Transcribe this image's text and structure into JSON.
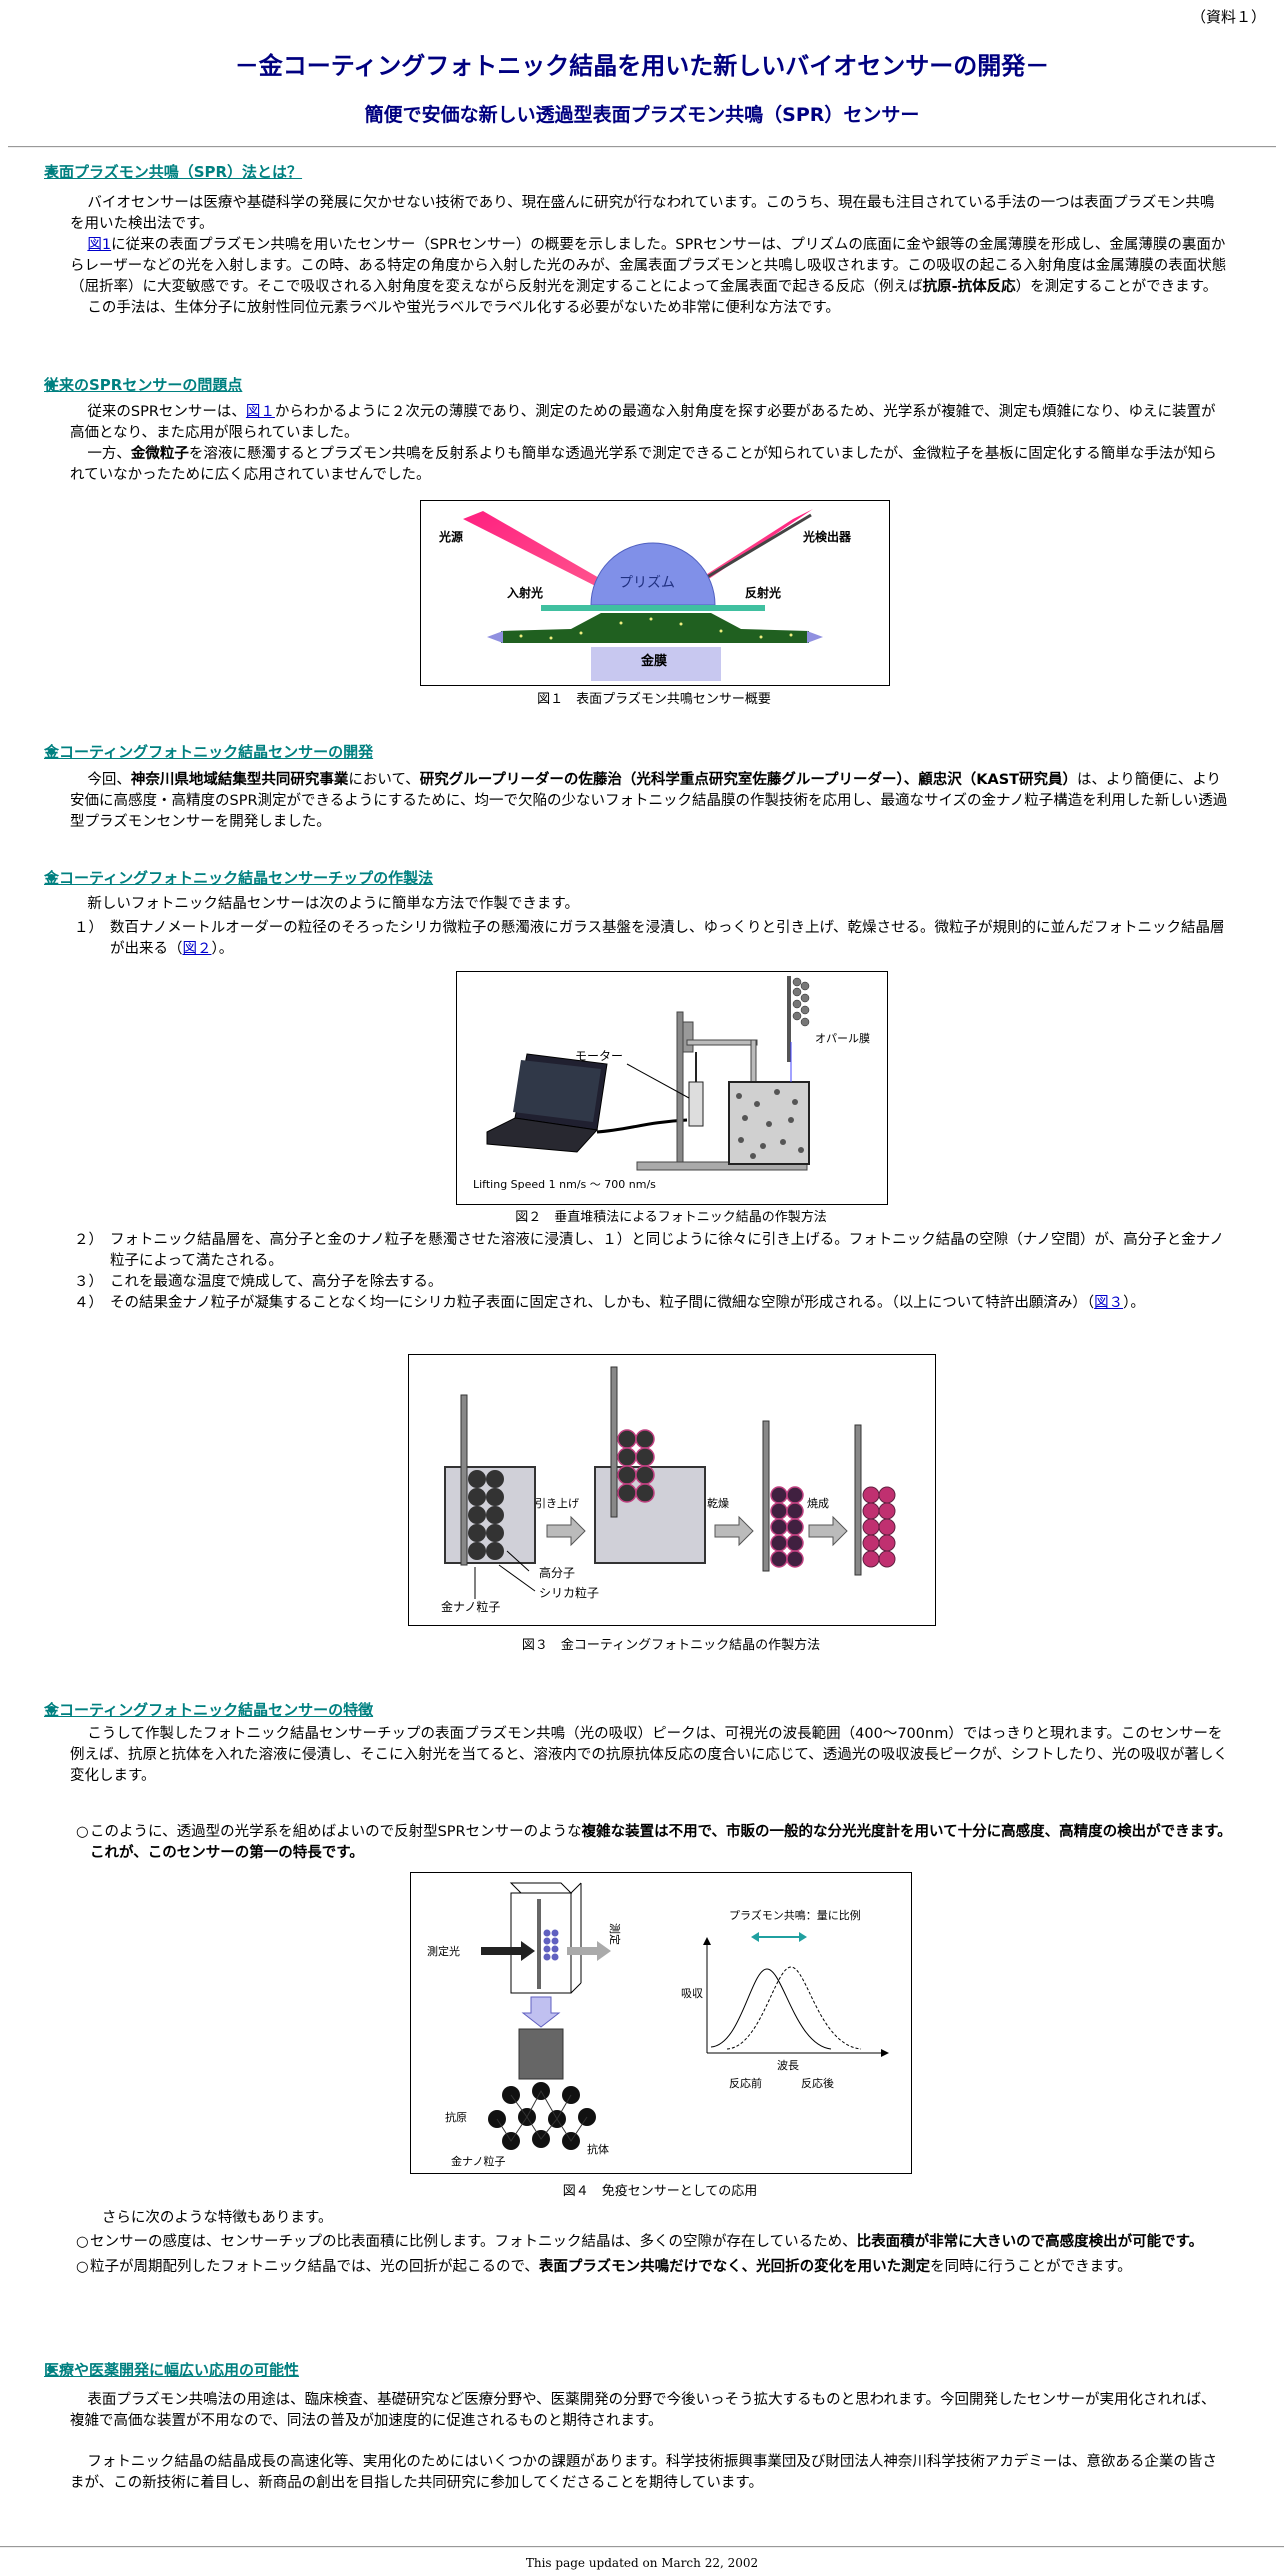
{
  "header": {
    "note": "（資料１）",
    "title": "－金コーティングフォトニック結晶を用いた新しいバイオセンサーの開発－",
    "subtitle": "簡便で安価な新しい透過型表面プラズモン共鳴（SPR）センサー"
  },
  "s1": {
    "heading": "表面プラズモン共鳴（SPR）法とは？",
    "p1": "バイオセンサーは医療や基礎科学の発展に欠かせない技術であり、現在盛んに研究が行なわれています。このうち、現在最も注目されている手法の一つは表面プラズモン共鳴を用いた検出法です。",
    "p2_link": "図1",
    "p2_a": "に従来の表面プラズモン共鳴を用いたセンサー（SPRセンサー）の概要を示しました。SPRセンサーは、プリズムの底面に金や銀等の金属薄膜を形成し、金属薄膜の裏面からレーザーなどの光を入射します。この時、ある特定の角度から入射した光のみが、金属表面プラズモンと共鳴し吸収されます。この吸収の起こる入射角度は金属薄膜の表面状態（屈折率）に大変敏感です。そこで吸収される入射角度を変えながら反射光を測定することによって金属表面で起きる反応（例えば",
    "p2_bold": "抗原-抗体反応",
    "p2_b": "）を測定することができます。",
    "p3": "この手法は、生体分子に放射性同位元素ラベルや蛍光ラベルでラベル化する必要がないため非常に便利な方法です。"
  },
  "s2": {
    "heading": "従来のSPRセンサーの問題点",
    "p1_a": "従来のSPRセンサーは、",
    "p1_link": "図１",
    "p1_b": "からわかるように２次元の薄膜であり、測定のための最適な入射角度を探す必要があるため、光学系が複雑で、測定も煩雑になり、ゆえに装置が高価となり、また応用が限られていました。",
    "p2_a": "一方、",
    "p2_bold": "金微粒子",
    "p2_b": "を溶液に懸濁するとプラズモン共鳴を反射系よりも簡単な透過光学系で測定できることが知られていましたが、金微粒子を基板に固定化する簡単な手法が知られていなかったために広く応用されていませんでした。"
  },
  "fig1": {
    "light_source": "光源",
    "detector": "光検出器",
    "prism": "プリズム",
    "incident": "入射光",
    "reflected": "反射光",
    "gold_film": "金膜",
    "caption": "図１　表面プラズモン共鳴センサー概要"
  },
  "s3": {
    "heading": "金コーティングフォトニック結晶センサーの開発",
    "p1_a": "今回、",
    "p1_b1": "神奈川県地域結集型共同研究事業",
    "p1_c": "において、",
    "p1_b2": "研究グループリーダーの佐藤治（光科学重点研究室佐藤グループリーダー）、顧忠沢（KAST研究員）",
    "p1_d": "は、より簡便に、より安価に高感度・高精度のSPR測定ができるようにするために、均一で欠陥の少ないフォトニック結晶膜の作製技術を応用し、最適なサイズの金ナノ粒子構造を利用した新しい透過型プラズモンセンサーを開発しました。"
  },
  "s4": {
    "heading": "金コーティングフォトニック結晶センサーチップの作製法",
    "intro": "新しいフォトニック結晶センサーは次のように簡単な方法で作製できます。",
    "i1_num": "１）",
    "i1_a": "数百ナノメートルオーダーの粒径のそろったシリカ微粒子の懸濁液にガラス基盤を浸漬し、ゆっくりと引き上げ、乾燥させる。微粒子が規則的に並んだフォトニック結晶層が出来る（",
    "i1_link": "図２",
    "i1_b": "）。",
    "i2_num": "２）",
    "i2": "フォトニック結晶層を、高分子と金のナノ粒子を懸濁させた溶液に浸漬し、１）と同じように徐々に引き上げる。フォトニック結晶の空隙（ナノ空間）が、高分子と金ナノ粒子によって満たされる。",
    "i3_num": "３）",
    "i3": "これを最適な温度で焼成して、高分子を除去する。",
    "i4_num": "４）",
    "i4_a": "その結果金ナノ粒子が凝集することなく均一にシリカ粒子表面に固定され、しかも、粒子間に微細な空隙が形成される。（以上について特許出願済み）（",
    "i4_link": "図３",
    "i4_b": "）。"
  },
  "fig2": {
    "motor": "モーター",
    "opal": "オパール膜",
    "speed": "Lifting Speed 1 nm/s ～ 700 nm/s",
    "caption": "図２　垂直堆積法によるフォトニック結晶の作製方法"
  },
  "fig3": {
    "pull": "引き上げ",
    "dry": "乾燥",
    "bake": "焼成",
    "polymer": "高分子",
    "silica": "シリカ粒子",
    "gold": "金ナノ粒子",
    "caption": "図３　金コーティングフォトニック結晶の作製方法"
  },
  "s5": {
    "heading": "金コーティングフォトニック結晶センサーの特徴",
    "p1": "こうして作製したフォトニック結晶センサーチップの表面プラズモン共鳴（光の吸収）ピークは、可視光の波長範囲（400～700nm）ではっきりと現れます。このセンサーを例えば、抗原と抗体を入れた溶液に侵漬し、そこに入射光を当てると、溶液内での抗原抗体反応の度合いに応じて、透過光の吸収波長ピークが、シフトしたり、光の吸収が著しく変化します。",
    "b1_mark": "○",
    "b1_a": "このように、透過型の光学系を組めばよいので反射型SPRセンサーのような",
    "b1_bold": "複雑な装置は不用で、市販の一般的な分光光度計を用いて十分に高感度、高精度の検出ができます。これが、このセンサーの第一の特長です。",
    "more": "さらに次のような特徴もあります。",
    "b2_mark": "○",
    "b2_a": "センサーの感度は、センサーチップの比表面積に比例します。フォトニック結晶は、多くの空隙が存在しているため、",
    "b2_bold": "比表面積が非常に大きいので高感度検出が可能です。",
    "b3_mark": "○",
    "b3_a": "粒子が周期配列したフォトニック結晶では、光の回折が起こるので、",
    "b3_bold": "表面プラズモン共鳴だけでなく、光回折の変化を用いた測定",
    "b3_b": "を同時に行うことができます。"
  },
  "fig4": {
    "measure_light": "測定光",
    "measure": "測定",
    "antigen": "抗原",
    "gold": "金ナノ粒子",
    "antibody": "抗体",
    "plasmon": "プラズモン共鳴：量に比例",
    "absorb": "吸収",
    "wavelength": "波長",
    "before": "反応前",
    "after": "反応後",
    "caption": "図４　免疫センサーとしての応用"
  },
  "s6": {
    "heading": "医療や医薬開発に幅広い応用の可能性",
    "p1": "表面プラズモン共鳴法の用途は、臨床検査、基礎研究など医療分野や、医薬開発の分野で今後いっそう拡大するものと思われます。今回開発したセンサーが実用化されれば、複雑で高価な装置が不用なので、同法の普及が加速度的に促進されるものと期待されます。",
    "p2": "フォトニック結晶の結晶成長の高速化等、実用化のためにはいくつかの課題があります。科学技術振興事業団及び財団法人神奈川科学技術アカデミーは、意欲ある企業の皆さまが、この新技術に着目し、新商品の創出を目指した共同研究に参加してくださることを期待しています。"
  },
  "footer": {
    "updated": "This page updated on March 22, 2002"
  }
}
